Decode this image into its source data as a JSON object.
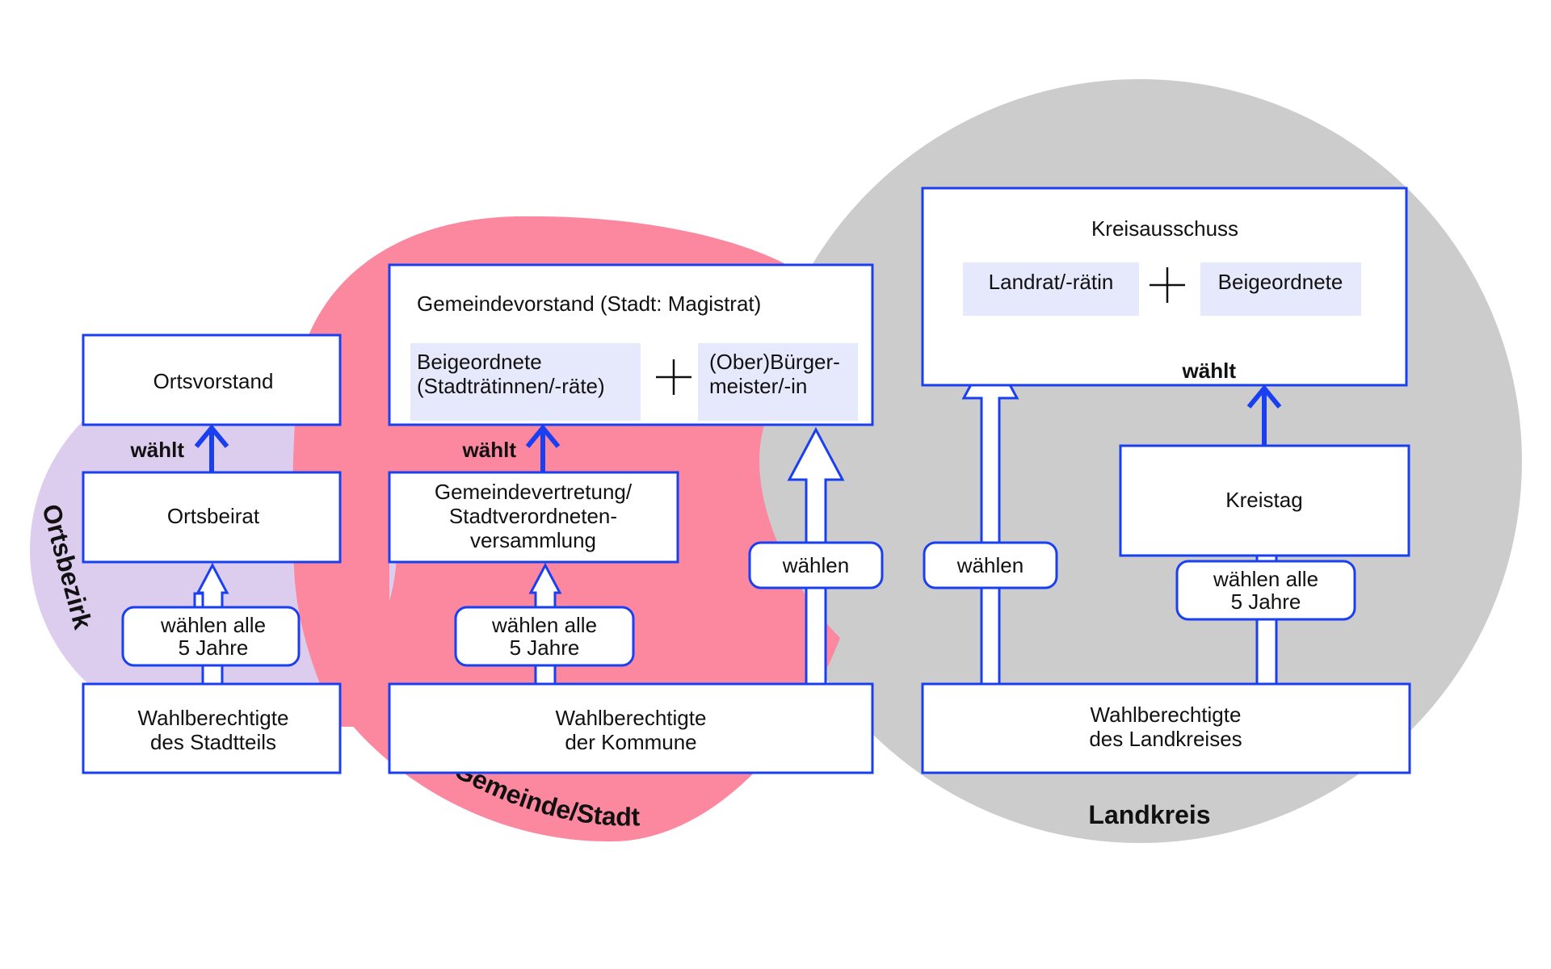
{
  "colors": {
    "ortsbezirk": "#dccdee",
    "gemeinde": "#fc88a0",
    "landkreis": "#cccccc",
    "border": "#1a3ff0",
    "subbox": "#e6e9fb"
  },
  "regions": {
    "ortsbezirk": "Ortsbezirk",
    "gemeinde": "Gemeinde/Stadt",
    "landkreis": "Landkreis"
  },
  "ortsbezirk": {
    "ortsvorstand": "Ortsvorstand",
    "waehlt": "wählt",
    "ortsbeirat": "Ortsbeirat",
    "vote_label": [
      "wählen alle",
      "5 Jahre"
    ],
    "voters": [
      "Wahlberechtigte",
      "des Stadtteils"
    ]
  },
  "gemeinde": {
    "vorstand_title": "Gemeindevorstand (Stadt: Magistrat)",
    "beigeordnete": [
      "Beigeordnete",
      "(Stadträtinnen/-räte)"
    ],
    "buergermeister": [
      "(Ober)Bürger-",
      "meister/-in"
    ],
    "waehlt": "wählt",
    "vertretung": [
      "Gemeindevertretung/",
      "Stadtverordneten-",
      "versammlung"
    ],
    "vote_label": [
      "wählen alle",
      "5 Jahre"
    ],
    "direct_vote_label": "wählen",
    "voters": [
      "Wahlberechtigte",
      "der Kommune"
    ]
  },
  "landkreis": {
    "ausschuss_title": "Kreisausschuss",
    "landrat": "Landrat/-rätin",
    "beigeordnete": "Beigeordnete",
    "waehlt": "wählt",
    "kreistag": "Kreistag",
    "direct_vote_label": "wählen",
    "vote_label": [
      "wählen alle",
      "5 Jahre"
    ],
    "voters": [
      "Wahlberechtigte",
      "des Landkreises"
    ]
  }
}
